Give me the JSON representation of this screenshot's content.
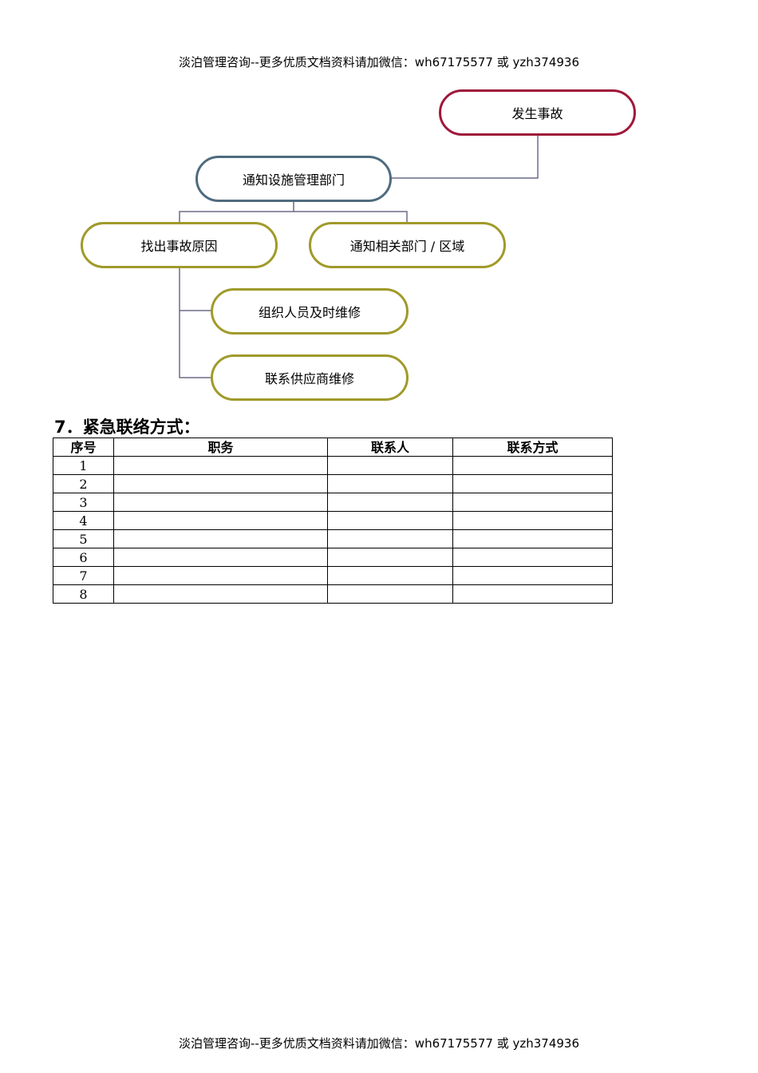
{
  "header_text": "淡泊管理咨询--更多优质文档资料请加微信：wh67175577 或 yzh374936",
  "footer_text": "淡泊管理咨询--更多优质文档资料请加微信：wh67175577 或 yzh374936",
  "flowchart": {
    "accident": "发生事故",
    "notify_facility": "通知设施管理部门",
    "find_cause": "找出事故原因",
    "notify_related": "通知相关部门 / 区域",
    "organize_repair": "组织人员及时维修",
    "contact_supplier": "联系供应商维修",
    "colors": {
      "red": "#a0173a",
      "blue": "#4f6b7e",
      "olive": "#a09a2a",
      "connector": "#6b6b8a"
    }
  },
  "section": {
    "title": "7．紧急联络方式："
  },
  "table": {
    "headers": [
      "序号",
      "职务",
      "联系人",
      "联系方式"
    ],
    "rows": [
      [
        "1",
        "",
        "",
        ""
      ],
      [
        "2",
        "",
        "",
        ""
      ],
      [
        "3",
        "",
        "",
        ""
      ],
      [
        "4",
        "",
        "",
        ""
      ],
      [
        "5",
        "",
        "",
        ""
      ],
      [
        "6",
        "",
        "",
        ""
      ],
      [
        "7",
        "",
        "",
        ""
      ],
      [
        "8",
        "",
        "",
        ""
      ]
    ]
  }
}
